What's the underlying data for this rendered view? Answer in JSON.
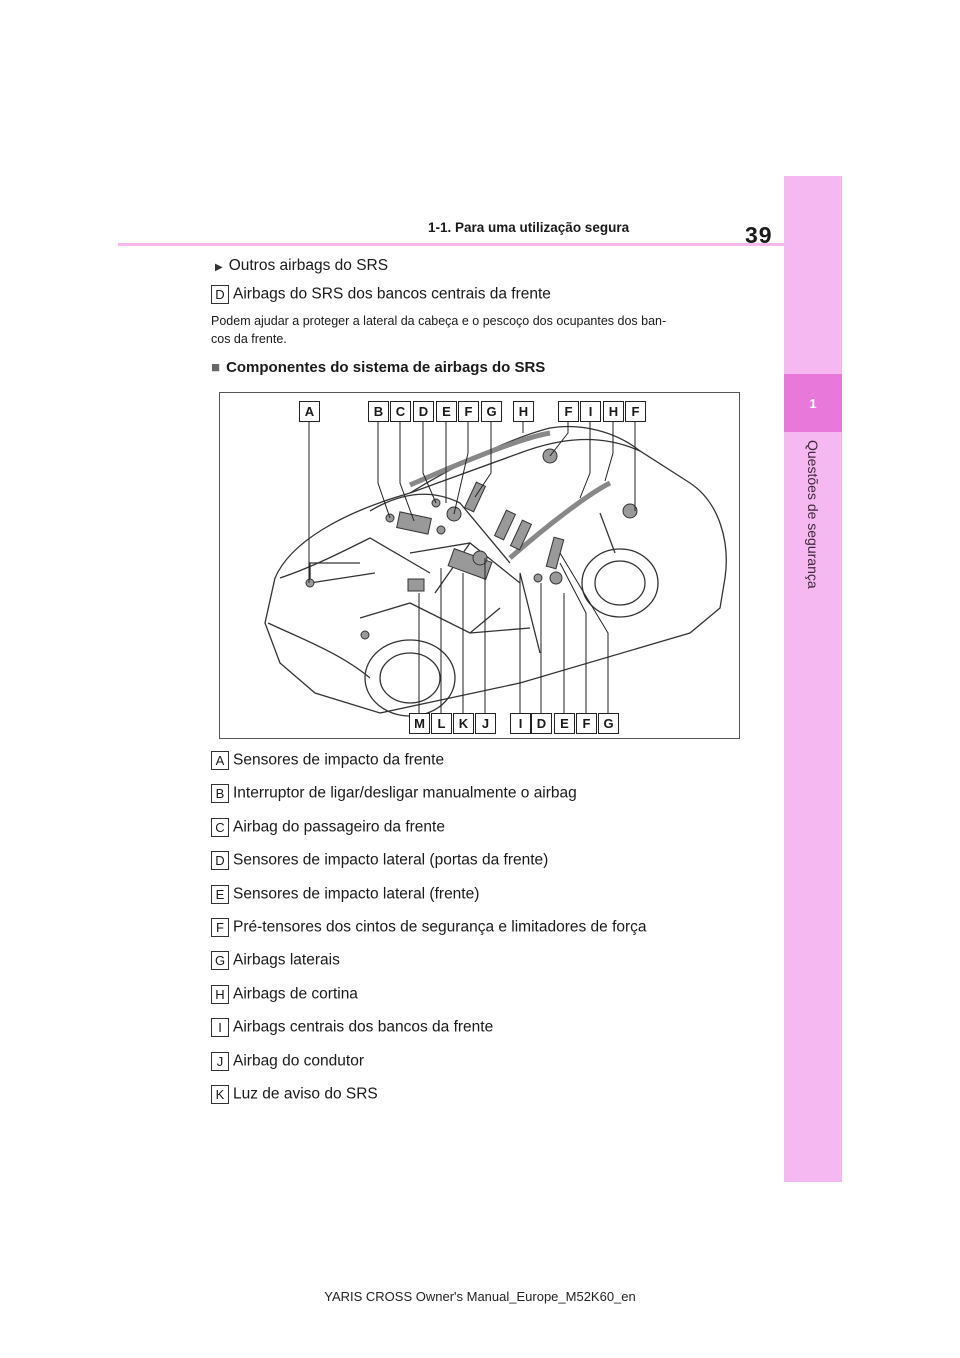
{
  "header": {
    "page_number": "39",
    "section_title": "1-1. Para uma utilização segura"
  },
  "side_tab": {
    "chapter_number": "1",
    "chapter_title": "Questões de segurança"
  },
  "content": {
    "bullet_title": "Outros airbags do SRS",
    "item_d": {
      "key": "D",
      "text": "Airbags do SRS dos bancos centrais da frente"
    },
    "paragraph_line1": "Podem ajudar a proteger a lateral da cabeça e o pescoço dos ocupantes dos ban-",
    "paragraph_line2": "cos da frente.",
    "subheading": "Componentes do sistema de airbags do SRS"
  },
  "diagram": {
    "top_labels": [
      "A",
      "B",
      "C",
      "D",
      "E",
      "F",
      "G",
      "H",
      "F",
      "I",
      "H",
      "F"
    ],
    "bottom_labels": [
      "M",
      "L",
      "K",
      "J",
      "I",
      "D",
      "E",
      "F",
      "G"
    ]
  },
  "legend": [
    {
      "key": "A",
      "text": "Sensores de impacto da frente"
    },
    {
      "key": "B",
      "text": "Interruptor de ligar/desligar manualmente o airbag"
    },
    {
      "key": "C",
      "text": "Airbag do passageiro da frente"
    },
    {
      "key": "D",
      "text": "Sensores de impacto lateral (portas da frente)"
    },
    {
      "key": "E",
      "text": "Sensores de impacto lateral (frente)"
    },
    {
      "key": "F",
      "text": "Pré-tensores dos cintos de segurança e limitadores de força"
    },
    {
      "key": "G",
      "text": "Airbags laterais"
    },
    {
      "key": "H",
      "text": "Airbags de cortina"
    },
    {
      "key": "I",
      "text": "Airbags centrais dos bancos da frente"
    },
    {
      "key": "J",
      "text": "Airbag do condutor"
    },
    {
      "key": "K",
      "text": "Luz de aviso do SRS"
    }
  ],
  "footer": "YARIS CROSS Owner's Manual_Europe_M52K60_en"
}
